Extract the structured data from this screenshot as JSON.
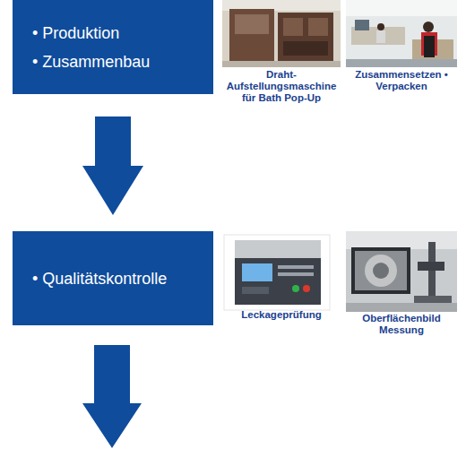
{
  "diagram": {
    "nodes": [
      {
        "text": [
          "• Produktion",
          "• Zusammenbau"
        ]
      },
      {
        "text": [
          "• Qualitätskontrolle"
        ]
      }
    ],
    "edges": [
      {
        "from": 0,
        "to": 1,
        "arrow": "to"
      }
    ],
    "labels": [
      "Draht- Aufstellungsmaschine für Bath Pop-Up",
      "Zusammensetzen • Verpacken",
      "Leckageprüfung",
      "Oberflächenbild Messung"
    ]
  }
}
